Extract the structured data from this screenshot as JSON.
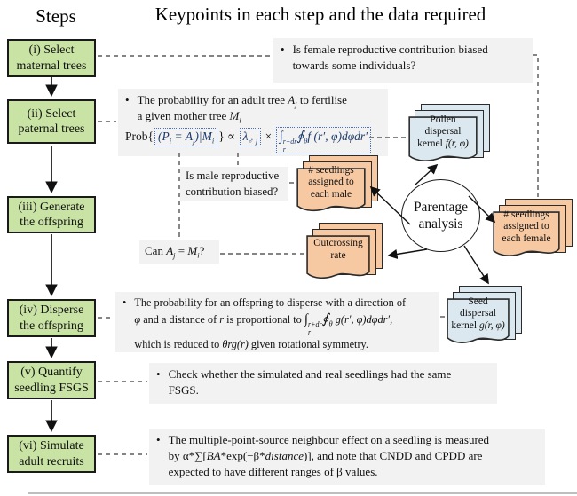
{
  "colors": {
    "step_fill": "#c9e3a4",
    "doc_blue": "#dbe8ef",
    "doc_orange": "#f7c9a2",
    "highlight_bg": "#f2f2f2",
    "formula_box_border": "#4673c0"
  },
  "headers": {
    "steps": "Steps",
    "keypoints": "Keypoints in each step and the data required"
  },
  "bullet": "•",
  "steps": [
    {
      "label": "(i) Select maternal trees"
    },
    {
      "label": "(ii) Select paternal trees"
    },
    {
      "label": "(iii) Generate the offspring"
    },
    {
      "label": "(iv) Disperse the offspring"
    },
    {
      "label": "(v) Quantify seedling FSGS"
    },
    {
      "label": "(vi) Simulate adult recruits"
    }
  ],
  "keypoints": {
    "female_q": {
      "l1": "Is female reproductive contribution biased",
      "l2": "towards some individuals?"
    },
    "ii": {
      "l1a": "The probability for an adult tree ",
      "l1b": "A",
      "l1bs": "j",
      "l1c": " to fertilise",
      "l2a": "a given mother tree ",
      "l2b": "M",
      "l2bs": "i",
      "formula": {
        "prob": "Prob{",
        "p1": "(P",
        "s1": "i",
        "p2": " = A",
        "s2": "j",
        "p3": ")|M",
        "s3": "i",
        "brace": "}",
        "propto": " ∝ ",
        "lambda": "λ",
        "lsub1": "♂",
        "lsub2": "j",
        "times": " × ",
        "integral": "∫",
        "isup": "r+dr",
        "isub": "r",
        "oint": "∮",
        "osub": "θ",
        "tail": "f (r′, φ)dφdr′"
      }
    },
    "male_q": {
      "l1": "Is male reproductive",
      "l2": "contribution biased?"
    },
    "can_q": {
      "a": "Can ",
      "b": "A",
      "bs": "j",
      "c": " = ",
      "d": "M",
      "ds": "i",
      "e": "?"
    },
    "iv": {
      "l1": "The probability for an offspring to disperse with a direction of",
      "l2a": "φ",
      "l2b": " and a distance of ",
      "l2c": "r",
      "l2d": " is proportional to ",
      "integral": "∫",
      "isup": "r+dr",
      "isub": "r",
      "oint": "∮",
      "osub": "θ",
      "l2e": " g(r′, φ)dφdr′,",
      "l3a": "which is reduced to ",
      "l3b": "θrg(r)",
      "l3c": " given rotational symmetry."
    },
    "v": {
      "l1": "Check whether the simulated and real seedlings had the same",
      "l2": "FSGS."
    },
    "vi": {
      "l1": "The multiple-point-source neighbour effect on a seedling is measured",
      "l2a": "by α*∑[",
      "l2b": "BA",
      "l2c": "*exp(−β*",
      "l2d": "distance",
      "l2e": ")], and note that CNDD and CPDD are",
      "l3": "expected to have different ranges of β values."
    }
  },
  "docs": {
    "pollen": {
      "l1": "Pollen",
      "l2": "dispersal",
      "l3": "kernel ",
      "math": "f(r, φ)"
    },
    "male": {
      "l1": "# seedlings",
      "l2": "assigned to",
      "l3": "each male"
    },
    "female": {
      "l1": "# seedlings",
      "l2": "assigned to",
      "l3": "each female"
    },
    "outcross": {
      "l1": "Outcrossing",
      "l2": "rate"
    },
    "seed": {
      "l1": "Seed",
      "l2": "dispersal",
      "l3": "kernel ",
      "math": "g(r, φ)"
    }
  },
  "circle": {
    "l1": "Parentage",
    "l2": "analysis"
  }
}
